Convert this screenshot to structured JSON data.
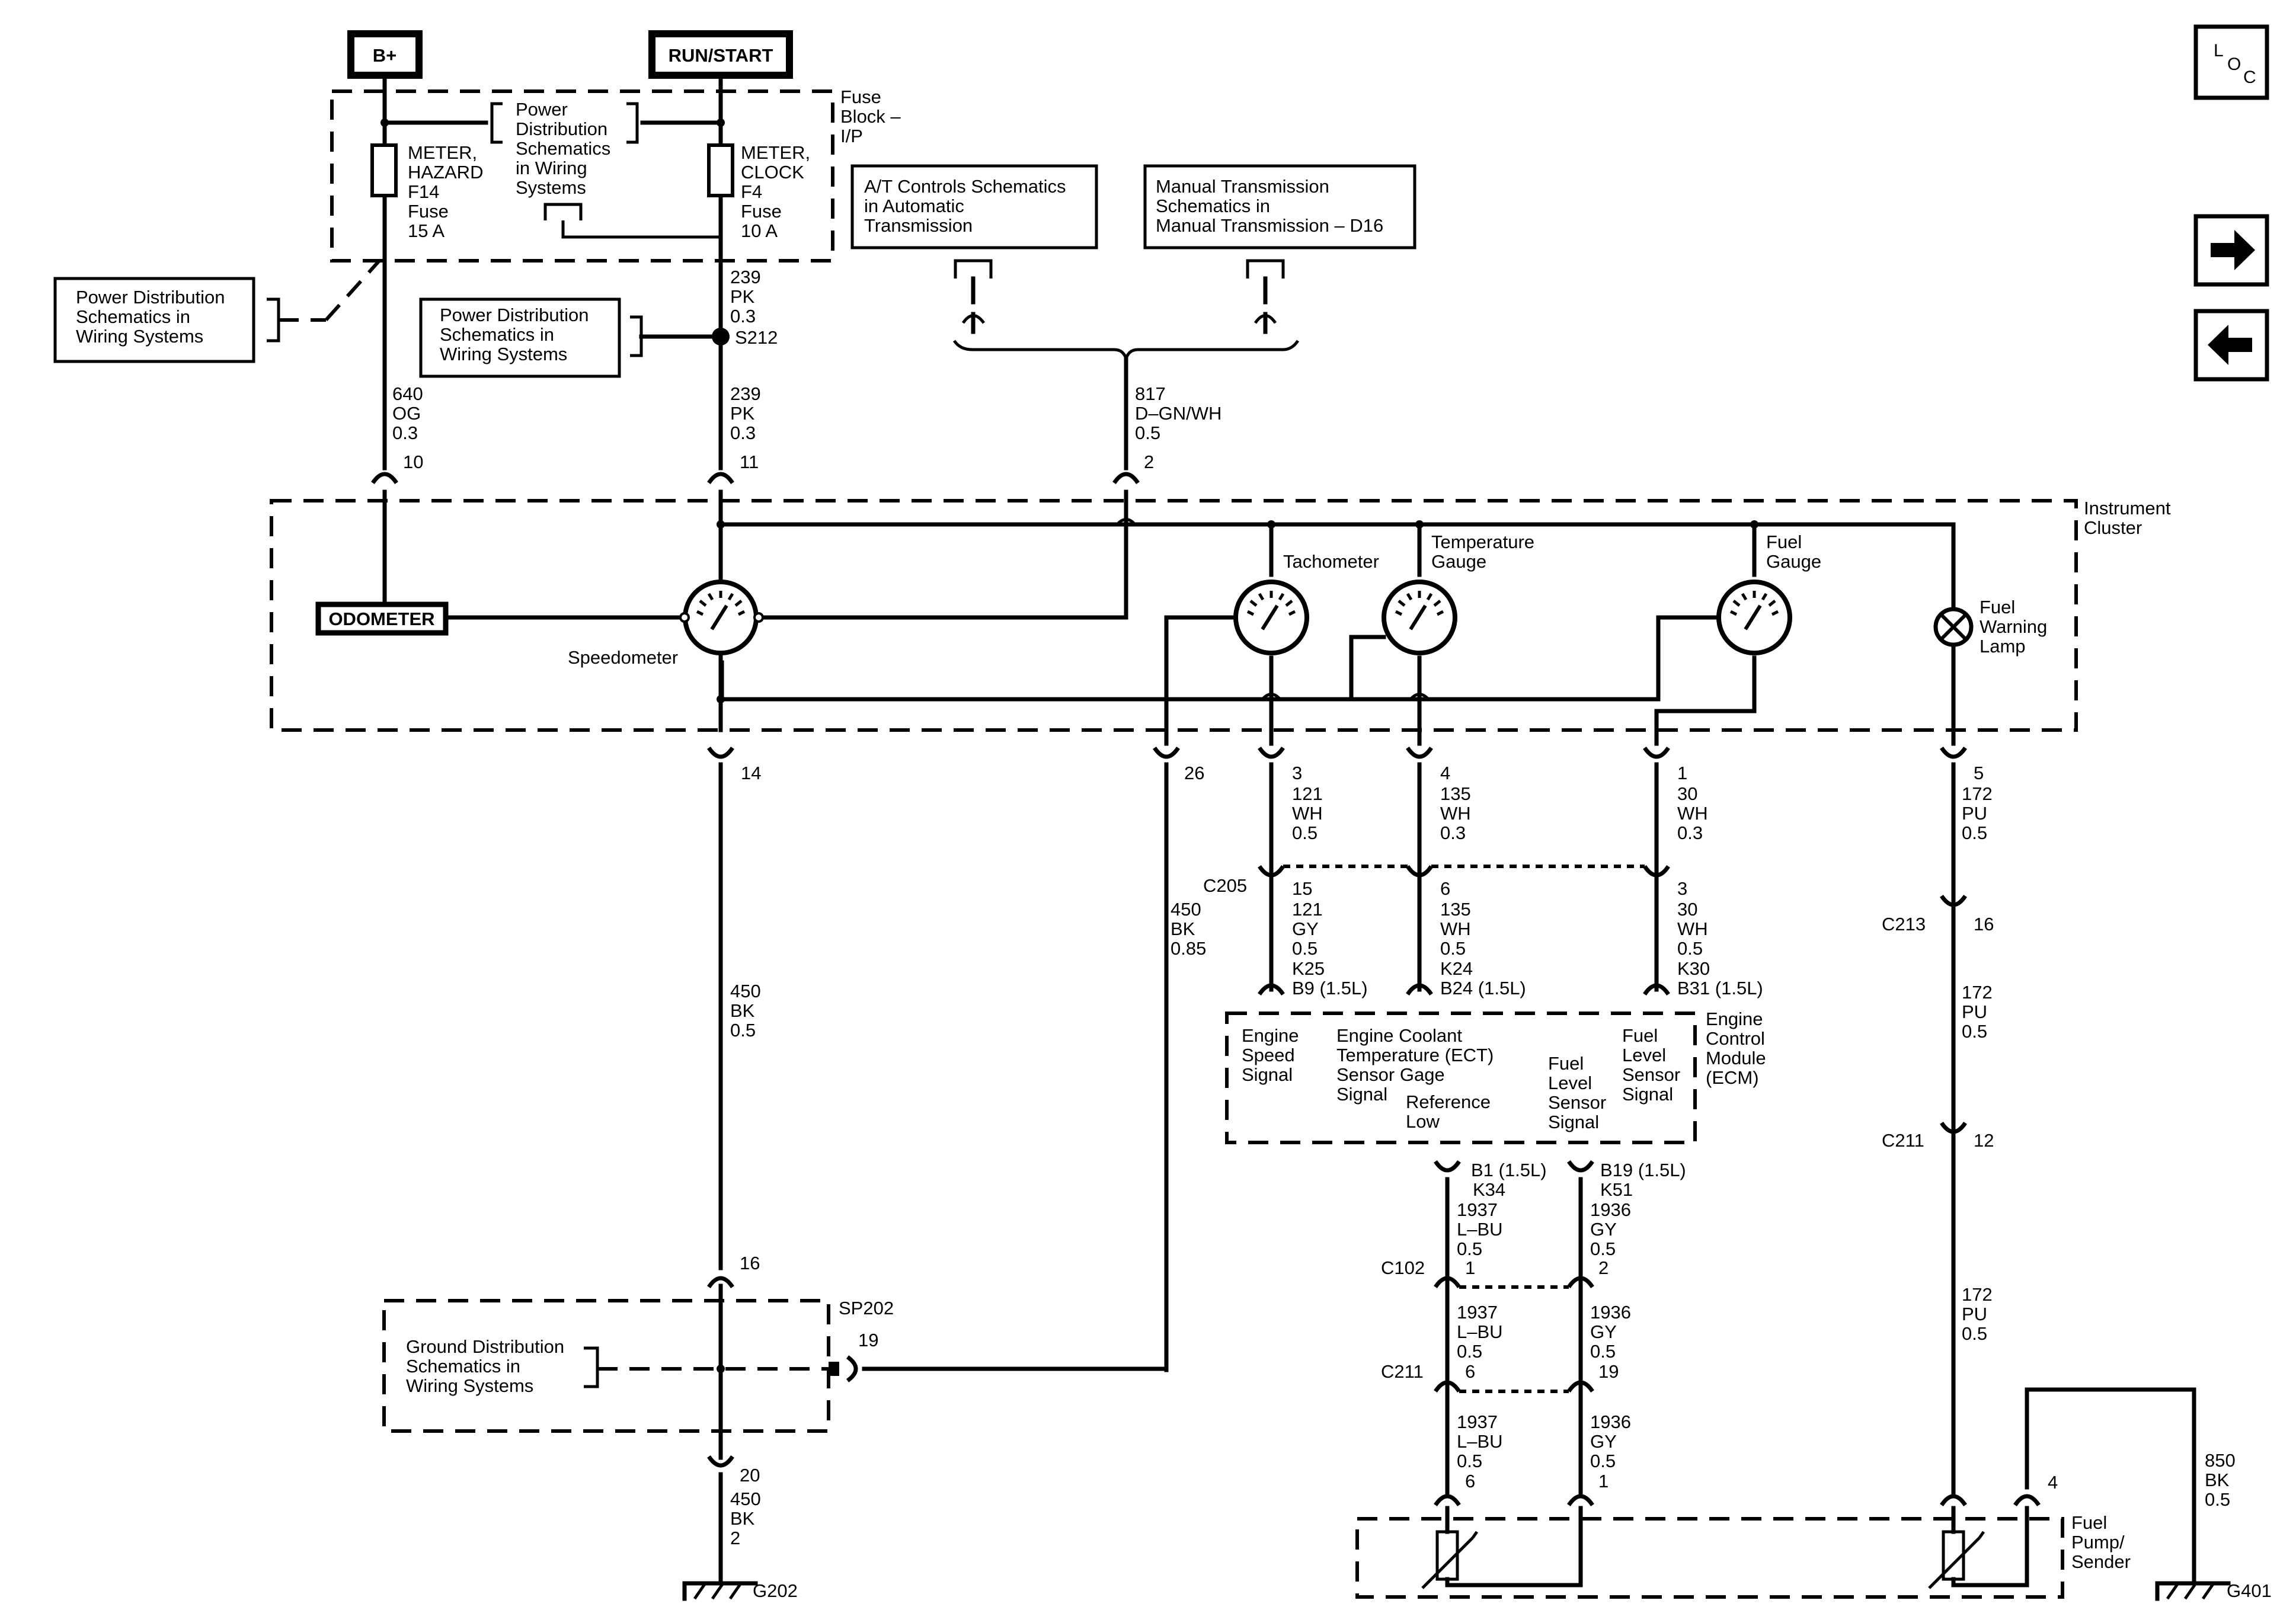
{
  "power": {
    "bplus": "B+",
    "run_start": "RUN/START"
  },
  "fuse_block": {
    "name_lines": [
      "Fuse",
      "Block –",
      "I/P"
    ]
  },
  "fuses": [
    {
      "lines": [
        "METER,",
        "HAZARD",
        "F14",
        "Fuse",
        "15 A"
      ]
    },
    {
      "lines": [
        "METER,",
        "CLOCK",
        "F4",
        "Fuse",
        "10 A"
      ]
    }
  ],
  "refs": {
    "pd_inner": [
      "Power",
      "Distribution",
      "Schematics",
      "in Wiring",
      "Systems"
    ],
    "pd_left": [
      "Power Distribution",
      "Schematics in",
      "Wiring Systems"
    ],
    "pd_mid": [
      "Power Distribution",
      "Schematics in",
      "Wiring Systems"
    ],
    "at": [
      "A/T Controls Schematics",
      "in Automatic",
      "Transmission"
    ],
    "mt": [
      "Manual Transmission",
      "Schematics in",
      "Manual Transmission – D16"
    ],
    "gd": [
      "Ground Distribution",
      "Schematics in",
      "Wiring Systems"
    ]
  },
  "wires": {
    "w239a": [
      "239",
      "PK",
      "0.3"
    ],
    "w239b": [
      "239",
      "PK",
      "0.3"
    ],
    "w640": [
      "640",
      "OG",
      "0.3"
    ],
    "w817": [
      "817",
      "D–GN/WH",
      "0.5"
    ],
    "w450a": [
      "450",
      "BK",
      "0.5"
    ],
    "w450b": [
      "450",
      "BK",
      "0.85"
    ],
    "w450c": [
      "450",
      "BK",
      "2"
    ],
    "w121a": [
      "121",
      "WH",
      "0.5"
    ],
    "w121b": [
      "121",
      "GY",
      "0.5"
    ],
    "w135a": [
      "135",
      "WH",
      "0.3"
    ],
    "w135b": [
      "135",
      "WH",
      "0.5"
    ],
    "w30a": [
      "30",
      "WH",
      "0.3"
    ],
    "w30b": [
      "30",
      "WH",
      "0.5"
    ],
    "w172a": [
      "172",
      "PU",
      "0.5"
    ],
    "w172b": [
      "172",
      "PU",
      "0.5"
    ],
    "w172c": [
      "172",
      "PU",
      "0.5"
    ],
    "w1937a": [
      "1937",
      "L–BU",
      "0.5"
    ],
    "w1937b": [
      "1937",
      "L–BU",
      "0.5"
    ],
    "w1937c": [
      "1937",
      "L–BU",
      "0.5"
    ],
    "w1936a": [
      "1936",
      "GY",
      "0.5"
    ],
    "w1936b": [
      "1936",
      "GY",
      "0.5"
    ],
    "w1936c": [
      "1936",
      "GY",
      "0.5"
    ],
    "w850": [
      "850",
      "BK",
      "0.5"
    ]
  },
  "splice": {
    "s212": "S212"
  },
  "pins": {
    "p10": "10",
    "p11": "11",
    "p2": "2",
    "p14": "14",
    "p26": "26",
    "p3": "3",
    "p4": "4",
    "p1": "1",
    "p5": "5",
    "p16a": "16",
    "p16b": "16",
    "p12": "12",
    "p19a": "19",
    "p20": "20",
    "p15": "15",
    "p6a": "6",
    "p3b": "3",
    "c102_1": "1",
    "c102_2": "2",
    "c211_6": "6",
    "c211_19": "19",
    "bot_6": "6",
    "bot_1": "1",
    "fp_4": "4",
    "k25": "K25",
    "b9": "B9 (1.5L)",
    "k24": "K24",
    "b24": "B24 (1.5L)",
    "k30": "K30",
    "b31": "B31 (1.5L)",
    "b1": "B1 (1.5L)",
    "k34": "K34",
    "b19": "B19 (1.5L)",
    "k51": "K51"
  },
  "connectors": {
    "c205": "C205",
    "c213": "C213",
    "c211a": "C211",
    "c102": "C102",
    "c211b": "C211"
  },
  "cluster": {
    "name_lines": [
      "Instrument",
      "Cluster"
    ],
    "odometer": "ODOMETER",
    "speedometer": "Speedometer",
    "tachometer": "Tachometer",
    "temp_gauge": [
      "Temperature",
      "Gauge"
    ],
    "fuel_gauge": [
      "Fuel",
      "Gauge"
    ],
    "fuel_lamp": [
      "Fuel",
      "Warning",
      "Lamp"
    ]
  },
  "ecm": {
    "name_lines": [
      "Engine",
      "Control",
      "Module",
      "(ECM)"
    ],
    "sig_speed": [
      "Engine",
      "Speed",
      "Signal"
    ],
    "sig_ect": [
      "Engine Coolant",
      "Temperature (ECT)",
      "Sensor Gage",
      "Signal"
    ],
    "sig_ref": [
      "Reference",
      "Low"
    ],
    "sig_fls": [
      "Fuel",
      "Level",
      "Sensor",
      "Signal"
    ],
    "sig_fls2": [
      "Fuel",
      "Level",
      "Sensor",
      "Signal"
    ]
  },
  "sp202": "SP202",
  "grounds": {
    "g202": "G202",
    "g401": "G401"
  },
  "fuel_pump": [
    "Fuel",
    "Pump/",
    "Sender"
  ],
  "nav": {
    "loc_l": "L",
    "loc_o": "O",
    "loc_c": "C",
    "next": "→",
    "prev": "←"
  }
}
